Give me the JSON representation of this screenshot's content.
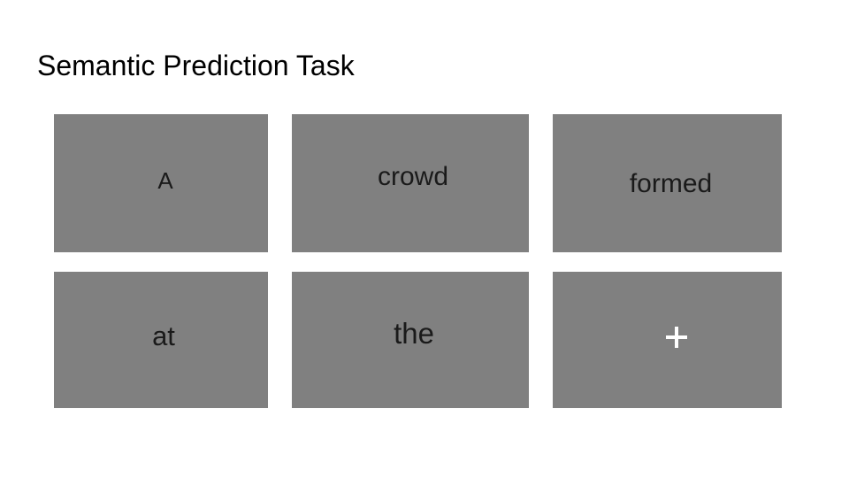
{
  "slide": {
    "title": "Semantic Prediction Task"
  },
  "panels": [
    {
      "word": "A"
    },
    {
      "word": "crowd"
    },
    {
      "word": "formed"
    },
    {
      "word": "at"
    },
    {
      "word": "the"
    },
    {
      "icon": "fixation-cross-icon"
    }
  ],
  "colors": {
    "background": "#ffffff",
    "panel": "#808080",
    "word_text": "#1a1a1a",
    "fixation_cross": "#ffffff"
  }
}
